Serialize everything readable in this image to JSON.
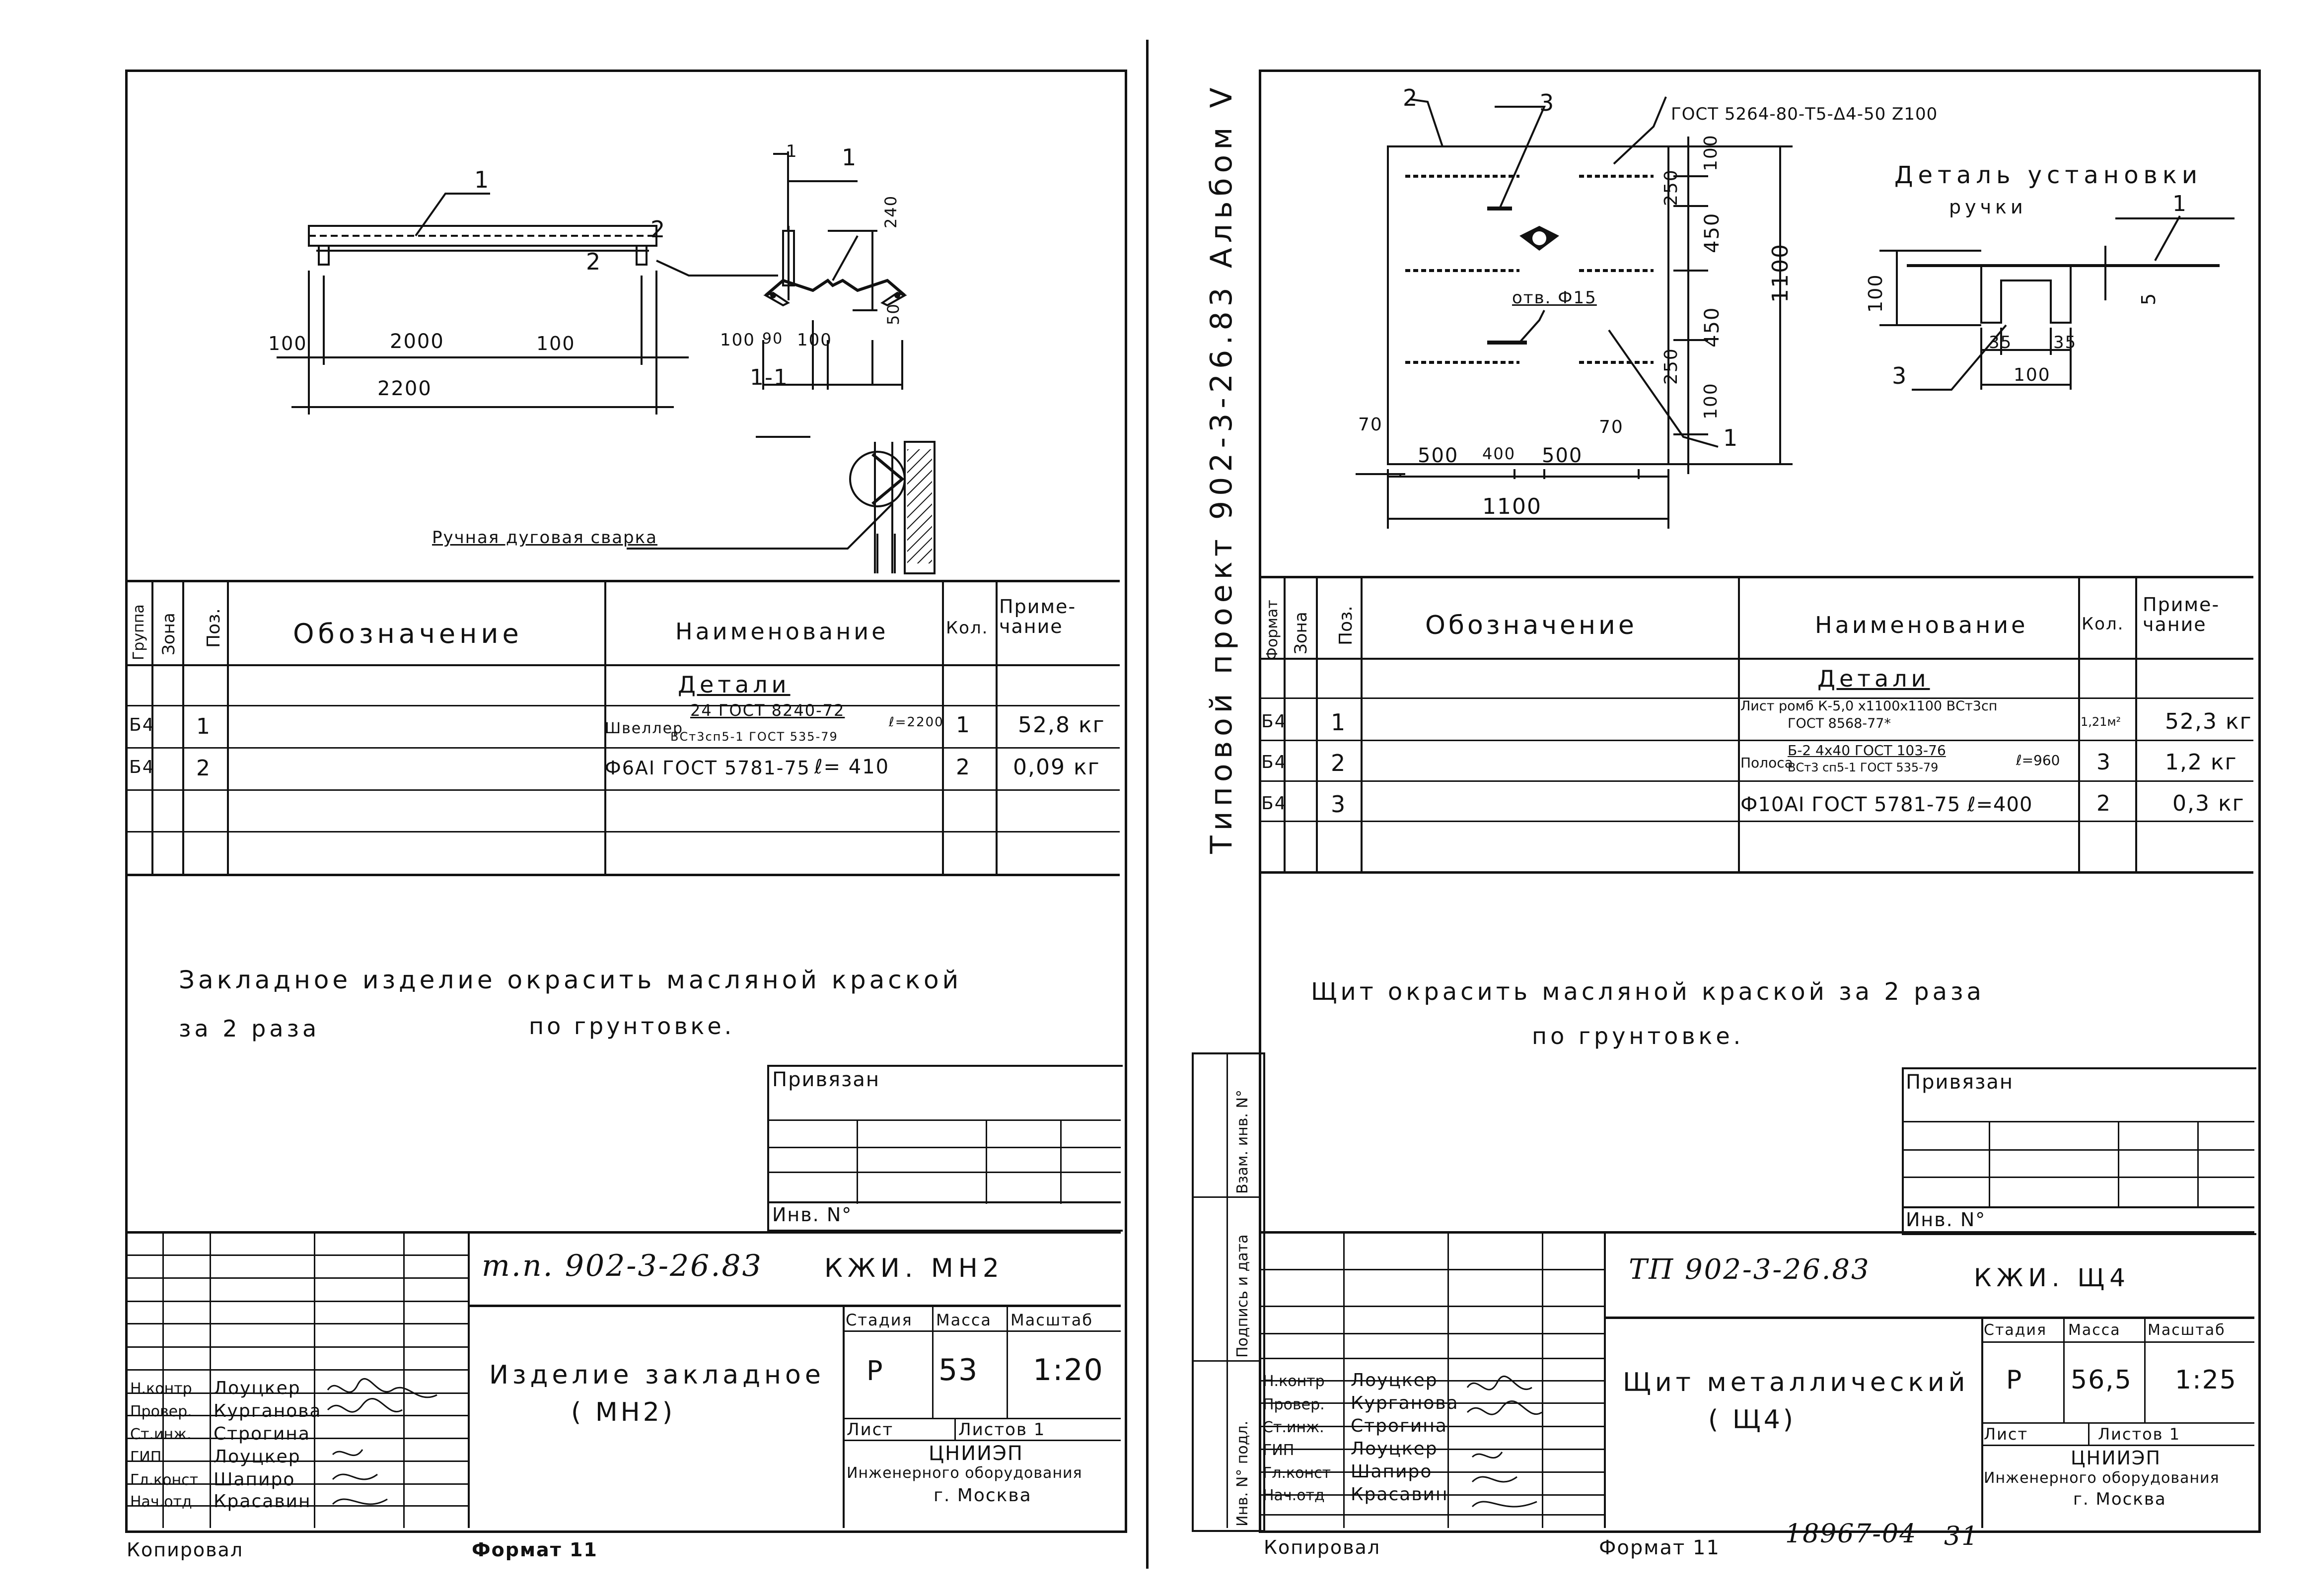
{
  "left": {
    "drawing": {
      "dim_100_left": "100",
      "dim_2000": "2000",
      "dim_100_right": "100",
      "dim_2200": "2200",
      "pos1": "1",
      "pos2": "2",
      "section_label": "1-1",
      "sec_pos1": "1",
      "sec_pos2": "2",
      "sec_mark": "1",
      "dim_240": "240",
      "dim_50": "50",
      "dim_100a": "100",
      "dim_90": "90",
      "dim_100b": "100",
      "weld_note": "Ручная дуговая сварка"
    },
    "spec": {
      "headers": {
        "group": "Группа",
        "zone": "Зона",
        "pos": "Поз.",
        "designation": "Обозначение",
        "name": "Наименование",
        "qty": "Кол.",
        "note": "Приме-чание"
      },
      "section": "Детали",
      "rows": [
        {
          "group": "Б4",
          "pos": "1",
          "name_top": "24 ГОСТ 8240-72",
          "name_main": "Швеллер",
          "name_sub": "ВСт3сп5-1 ГОСТ 535-79",
          "length": "ℓ=2200",
          "qty": "1",
          "note": "52,8 кг"
        },
        {
          "group": "Б4",
          "pos": "2",
          "name_main": "Ф6АI ГОСТ 5781-75",
          "length": "ℓ= 410",
          "qty": "2",
          "note": "0,09 кг"
        }
      ]
    },
    "note_line1": "Закладное изделие окрасить масляной краской",
    "note_line2a": "за 2 раза",
    "note_line2b": "по грунтовке.",
    "bound": {
      "label": "Привязан",
      "inv": "Инв. N°"
    },
    "title_block": {
      "code": "т.п. 902-3-26.83",
      "mark": "КЖИ. МН2",
      "title1": "Изделие закладное",
      "title2": "( МН2)",
      "stage_h": "Стадия",
      "mass_h": "Масса",
      "scale_h": "Масштаб",
      "stage": "Р",
      "mass": "53",
      "scale": "1:20",
      "sheet": "Лист",
      "sheets": "Листов 1",
      "org1": "ЦНИИЭП",
      "org2": "Инженерного оборудования",
      "org3": "г. Москва",
      "roles": [
        "Н.контр",
        "Провер.",
        "Ст.инж.",
        "ГИП",
        "Гл.конст",
        "Нач.отд"
      ],
      "names": [
        "Лоуцкер",
        "Курганова",
        "Строгина",
        "Лоуцкер",
        "Шапиро",
        "Красавин"
      ]
    },
    "footer_copied": "Копировал",
    "footer_format": "Формат 11"
  },
  "right": {
    "side_text": "Типовой проект 902-3-26.83    Альбом V",
    "stamp_cols": [
      "Инв. N° подл.",
      "Подпись и дата",
      "Взам. инв. N°"
    ],
    "drawing": {
      "gost": "ГОСТ 5264-80-Т5-Δ4-50 Z100",
      "pos2": "2",
      "pos3": "3",
      "pos1": "1",
      "hole": "отв. Ф15",
      "dim_100t": "100",
      "dim_250t": "250",
      "dim_450a": "450",
      "dim_450b": "450",
      "dim_250b": "250",
      "dim_100b": "100",
      "dim_1100v": "1100",
      "dim_70l": "70",
      "dim_500a": "500",
      "dim_400": "400",
      "dim_500b": "500",
      "dim_70r": "70",
      "dim_1100h": "1100",
      "detail_title1": "Деталь установки",
      "detail_title2": "ручки",
      "d_pos1": "1",
      "d_pos3": "3",
      "d_100": "100",
      "d_5": "5",
      "d_35a": "35",
      "d_35b": "35",
      "d_100b": "100"
    },
    "spec": {
      "headers": {
        "format": "Формат",
        "zone": "Зона",
        "pos": "Поз.",
        "designation": "Обозначение",
        "name": "Наименование",
        "qty": "Кол.",
        "note": "Приме-чание"
      },
      "section": "Детали",
      "rows": [
        {
          "group": "Б4",
          "pos": "1",
          "name_main": "Лист ромб К-5,0 х1100х1100 ВСт3сп",
          "name_sub": "ГОСТ 8568-77*",
          "qty": "1,21м²",
          "note": "52,3 кг"
        },
        {
          "group": "Б4",
          "pos": "2",
          "name_main": "Полоса",
          "name_top": "Б-2 4х40 ГОСТ 103-76",
          "name_sub": "ВСт3 сп5-1 ГОСТ 535-79",
          "length": "ℓ=960",
          "qty": "3",
          "note": "1,2 кг"
        },
        {
          "group": "Б4",
          "pos": "3",
          "name_main": "Ф10АI ГОСТ 5781-75  ℓ=400",
          "qty": "2",
          "note": "0,3 кг"
        }
      ]
    },
    "note_line1": "Щит окрасить масляной краской за 2 раза",
    "note_line2": "по грунтовке.",
    "bound": {
      "label": "Привязан",
      "inv": "Инв. N°"
    },
    "title_block": {
      "code": "ТП 902-3-26.83",
      "mark": "КЖИ. Щ4",
      "title1": "Щит металлический",
      "title2": "( Щ4)",
      "stage_h": "Стадия",
      "mass_h": "Масса",
      "scale_h": "Масштаб",
      "stage": "Р",
      "mass": "56,5",
      "scale": "1:25",
      "sheet": "Лист",
      "sheets": "Листов 1",
      "org1": "ЦНИИЭП",
      "org2": "Инженерного оборудования",
      "org3": "г. Москва",
      "roles": [
        "Н.контр",
        "Провер.",
        "Ст.инж.",
        "ГИП",
        "Гл.конст",
        "Нач.отд"
      ],
      "names": [
        "Лоуцкер",
        "Курганова",
        "Строгина",
        "Лоуцкер",
        "Шапиро",
        "Красавин"
      ]
    },
    "footer_copied": "Копировал",
    "footer_format": "Формат 11",
    "footer_number": "18967-04",
    "footer_page": "31"
  }
}
